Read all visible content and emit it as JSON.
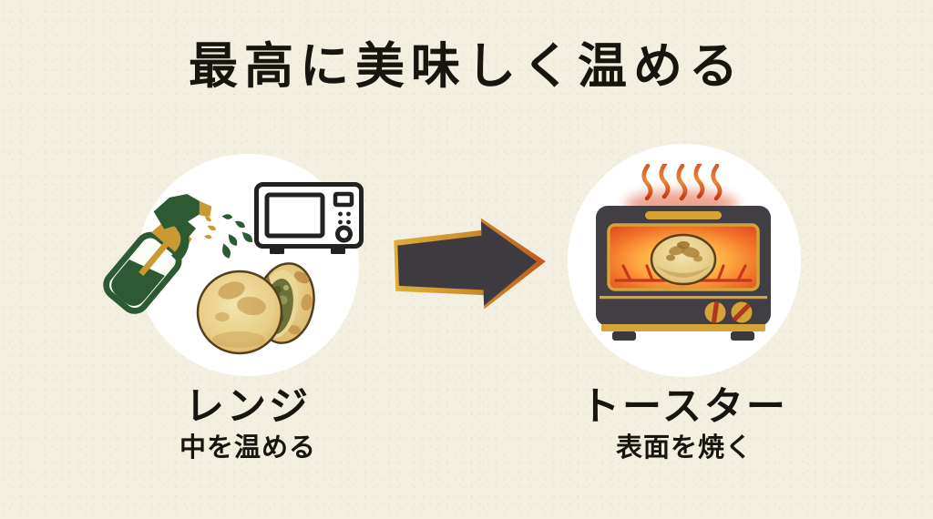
{
  "page": {
    "title": "最高に美味しく温める",
    "background": "#f4f0e1"
  },
  "flow": {
    "from": {
      "label": "レンジ",
      "description": "中を温める",
      "icons": [
        "spray-bottle-icon",
        "water-droplets-icon",
        "microwave-icon",
        "oyaki-bun-illustration"
      ]
    },
    "arrow": {
      "direction": "right",
      "icon": "flow-arrow-icon"
    },
    "to": {
      "label": "トースター",
      "description": "表面を焼く",
      "icons": [
        "heat-waves-icon",
        "toaster-oven-icon",
        "oyaki-bun-illustration"
      ]
    }
  },
  "colors": {
    "background": "#f4f0e1",
    "circle": "#ffffff",
    "text": "#17150f",
    "green": "#2d5a33",
    "gold": "#c99a33",
    "arrow_dark": "#3d3b40",
    "arrow_gold": "#dfae3a",
    "arrow_orange": "#c05a1e",
    "window_glow": "#ffad42",
    "heat_red": "#c8371a"
  }
}
